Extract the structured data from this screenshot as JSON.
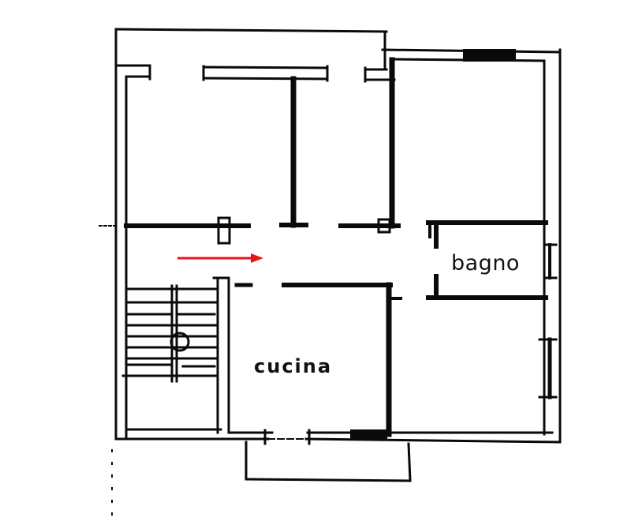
{
  "floorplan": {
    "rooms": [
      {
        "id": "bagno",
        "label": "bagno"
      },
      {
        "id": "cucina",
        "label": "cucina"
      }
    ],
    "annotations": {
      "arrow": {
        "direction": "right",
        "color": "#e8141c"
      }
    },
    "colors": {
      "wall": "#0a0a0a",
      "background": "#ffffff",
      "arrow": "#e8141c"
    }
  }
}
